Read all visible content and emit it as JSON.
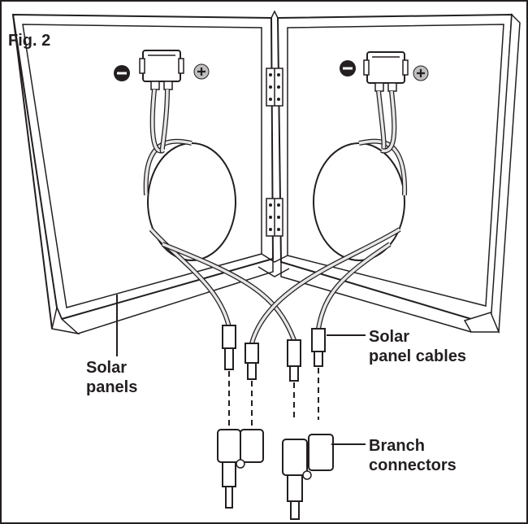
{
  "figure": {
    "label": "Fig. 2"
  },
  "callouts": {
    "solar_panels": {
      "line1": "Solar",
      "line2": "panels"
    },
    "solar_panel_cables": {
      "line1": "Solar",
      "line2": "panel cables"
    },
    "branch_connectors": {
      "line1": "Branch",
      "line2": "connectors"
    }
  },
  "polarity": {
    "negative": "−",
    "positive": "+"
  },
  "colors": {
    "ink": "#231f20",
    "fill_light": "#e6e6e6",
    "fill_mid": "#bfbfbf"
  }
}
